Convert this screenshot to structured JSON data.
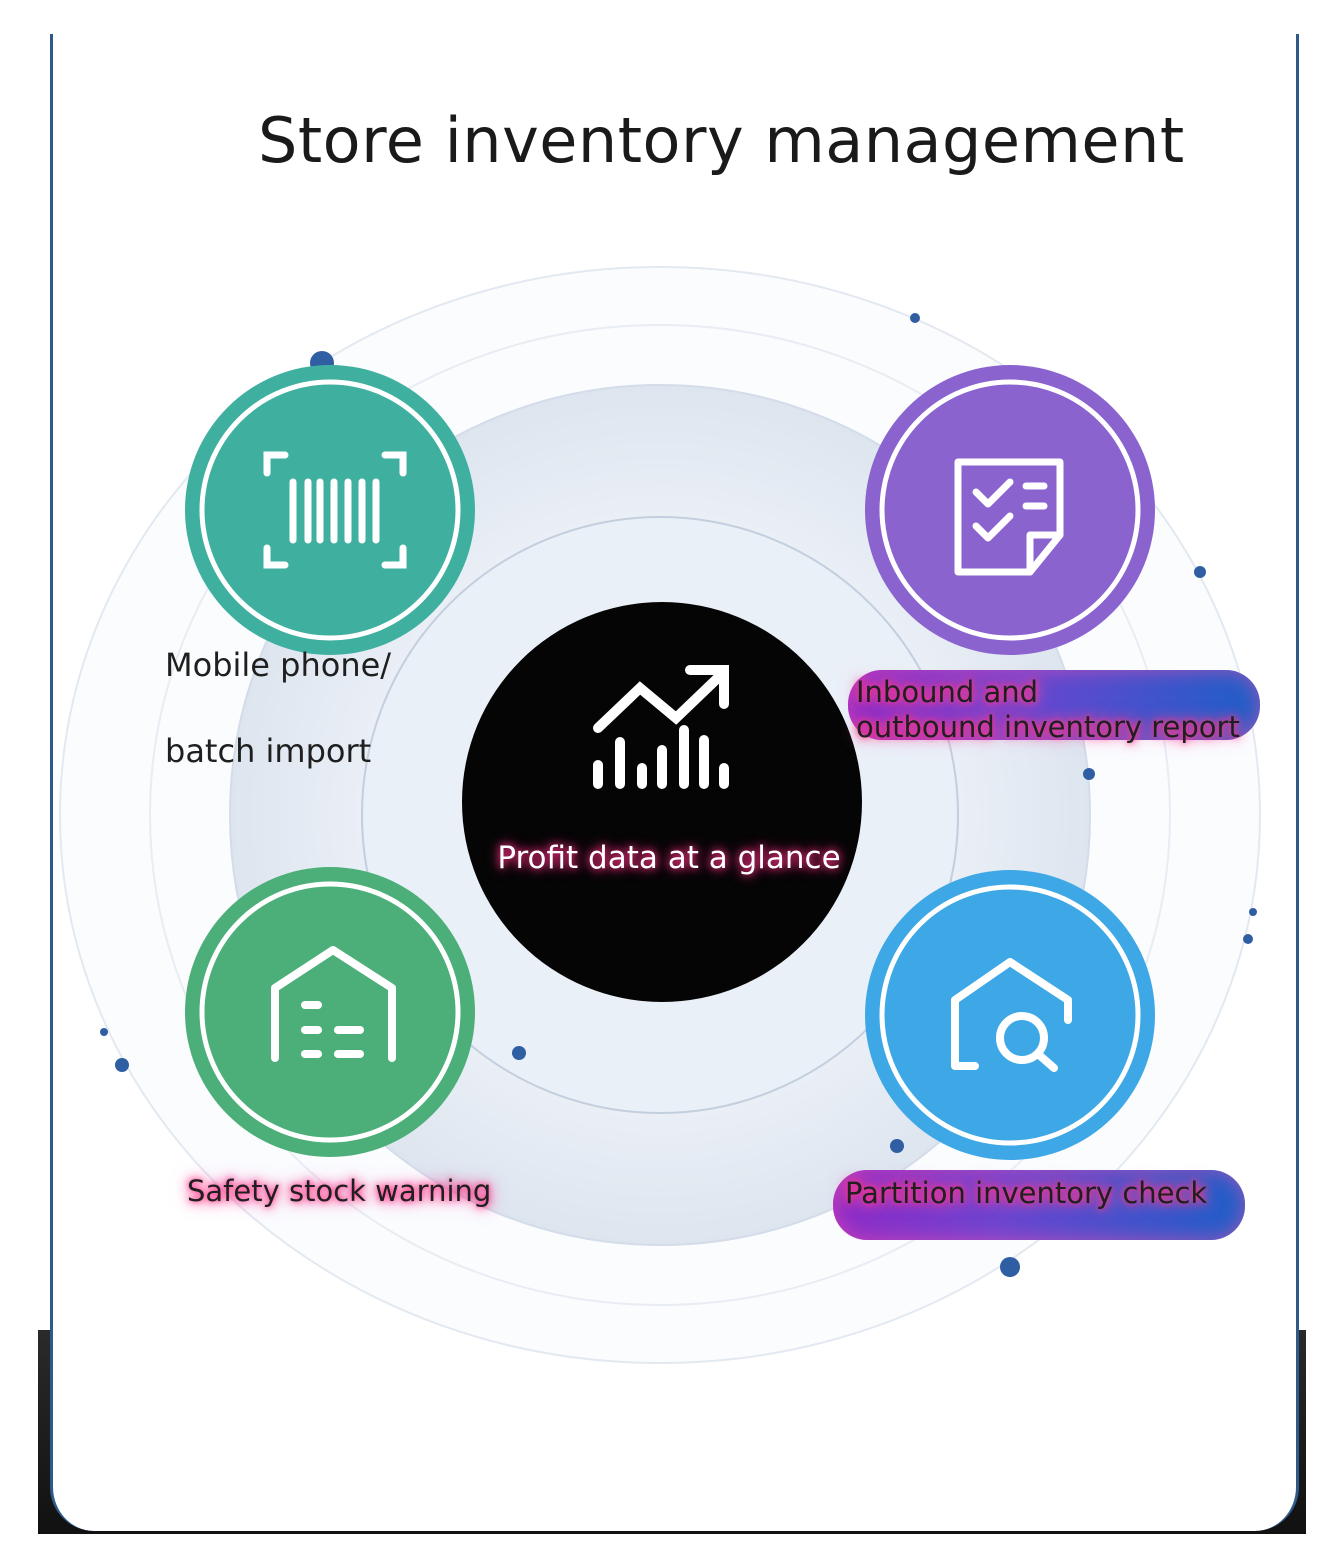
{
  "title": "Store inventory management",
  "center": {
    "label": "Profit data at a glance",
    "icon": "rising-chart-icon"
  },
  "features": [
    {
      "id": "mobile",
      "line1": "Mobile phone/",
      "line2": "batch import",
      "icon": "barcode-scan-icon",
      "color": "#3fb0a0"
    },
    {
      "id": "report",
      "line1": "Inbound and",
      "line2": "outbound inventory report",
      "icon": "checklist-document-icon",
      "color": "#8a63cf"
    },
    {
      "id": "safety",
      "label": "Safety stock warning",
      "icon": "warehouse-icon",
      "color": "#4cae78"
    },
    {
      "id": "partition",
      "label": "Partition inventory check",
      "icon": "house-search-icon",
      "color": "#3ea8e6"
    }
  ]
}
